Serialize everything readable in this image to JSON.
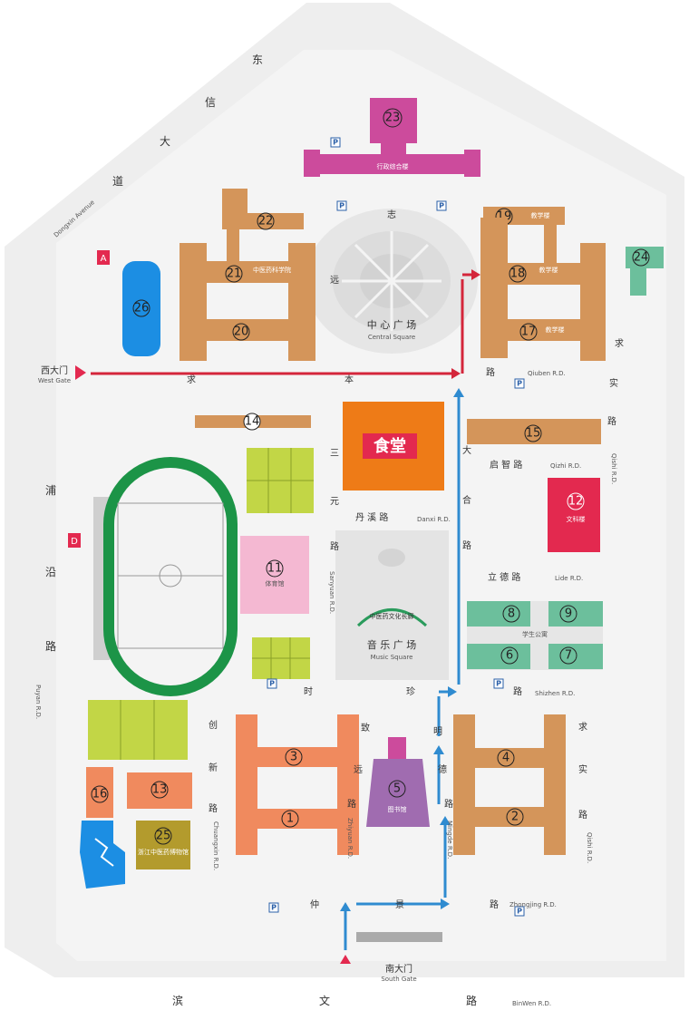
{
  "colors": {
    "campus": "#efefef",
    "paving": "#e3e3e3",
    "tan": "#d4955a",
    "orange": "#f08a5e",
    "magenta": "#cc4b9c",
    "green": "#1c9447",
    "lime": "#c2d646",
    "pink": "#f4b8d2",
    "red": "#e3294f",
    "teal": "#6cbf9c",
    "blue": "#1c8ee3",
    "purple": "#a06cb0",
    "canteen": "#ee7b17",
    "olive": "#b39b2d",
    "arrow_red": "#d4263b",
    "arrow_blue": "#2f8bd0"
  },
  "icons": [
    "parking-icon",
    "gate-marker-icon",
    "route-arrow-icon"
  ],
  "roads": {
    "dongxin_cn": [
      "东",
      "信",
      "大",
      "道"
    ],
    "dongxin_en": "Dongxin Avenue",
    "puyan_cn": [
      "浦",
      "沿",
      "路"
    ],
    "puyan_en": "Puyan R.D.",
    "binwen_cn": [
      "滨",
      "文",
      "路"
    ],
    "binwen_en": "BinWen R.D.",
    "qiuben_cn": [
      "求",
      "本",
      "路"
    ],
    "qiuben_en": "Qiuben R.D.",
    "qishi_north_cn": [
      "求",
      "实",
      "路"
    ],
    "qishi_north_en": "Qishi R.D.",
    "qishi_south_cn": [
      "求",
      "实",
      "路"
    ],
    "qishi_south_en": "Qishi R.D.",
    "qizhi_cn": "启 智 路",
    "qizhi_en": "Qizhi R.D.",
    "lide_cn": "立 德 路",
    "lide_en": "Lide R.D.",
    "danxi_cn": "丹 溪 路",
    "danxi_en": "Danxi R.D.",
    "sanyuan_cn": [
      "三",
      "元",
      "路"
    ],
    "sanyuan_en": "Sanyuan R.D.",
    "shizhen_cn": [
      "时",
      "珍",
      "路"
    ],
    "shizhen_en": "Shizhen R.D.",
    "chuangxin_cn": [
      "创",
      "新",
      "路"
    ],
    "chuangxin_en": "Chuangxin R.D.",
    "zhiyuan_cn": [
      "致",
      "远",
      "路"
    ],
    "zhiyuan_en": "Zhiyuan R.D.",
    "mingde_cn": [
      "明",
      "德",
      "路"
    ],
    "mingde_en": "Mingde R.D.",
    "zhongjing_cn": [
      "仲",
      "景",
      "路"
    ],
    "zhongjing_en": "Zhongjing R.D.",
    "zhiyuan_north_cn": [
      "志",
      "远"
    ],
    "dahe_cn": [
      "大",
      "合",
      "路"
    ]
  },
  "gates": {
    "west_cn": "西大门",
    "west_en": "West Gate",
    "south_cn": "南大门",
    "south_en": "South Gate",
    "gate_a": "A",
    "gate_d": "D"
  },
  "areas": {
    "central_square_cn": "中 心 广 场",
    "central_square_en": "Central Square",
    "music_square_cn": "音 乐 广 场",
    "music_square_en": "Music Square",
    "culture_gallery": "中医药文化长廊",
    "canteen": "食堂"
  },
  "buildings": {
    "b1": "1",
    "b2": "2",
    "b3": "3",
    "b4": "4",
    "b5": "5",
    "b6": "6",
    "b7": "7",
    "b8": "8",
    "b9": "9",
    "b11": "11",
    "b12": "12",
    "b13": "13",
    "b14": "14",
    "b15": "15",
    "b16": "16",
    "b17": "17",
    "b18": "18",
    "b19": "19",
    "b20": "20",
    "b21": "21",
    "b22": "22",
    "b23": "23",
    "b24": "24",
    "b25": "25",
    "b26": "26",
    "admin_name": "行政综合楼",
    "b21_name": "中医药科学院",
    "b19_name": "教学楼",
    "b18_name": "教学楼",
    "b17_name": "教学楼",
    "b12_name": "文科楼",
    "dorm_name": "学生公寓",
    "b5_name": "图书馆",
    "b11_name": "体育馆",
    "b25_name": "浙江中医药博物馆"
  },
  "parking": "P"
}
